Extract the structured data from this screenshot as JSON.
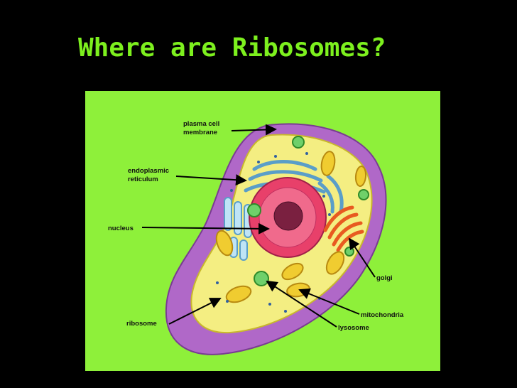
{
  "title": "Where are Ribosomes?",
  "labels": {
    "plasma_membrane_line1": "plasma cell",
    "plasma_membrane_line2": "membrane",
    "er_line1": "endoplasmic",
    "er_line2": "reticulum",
    "nucleus": "nucleus",
    "golgi": "golgi",
    "mitochondria": "mitochondria",
    "ribosome": "ribosome",
    "lysosome": "lysosome"
  },
  "colors": {
    "background": "#000000",
    "title": "#7df01e",
    "panel": "#8ef03a",
    "membrane": "#b068c8",
    "cytoplasm": "#f4ee82",
    "nucleus": "#e8406a",
    "nucleolus": "#7a2040",
    "golgi": "#e85a20",
    "mitochondria": "#f0cc30",
    "er": "#8fc8e8",
    "lysosome": "#6fd06a"
  }
}
